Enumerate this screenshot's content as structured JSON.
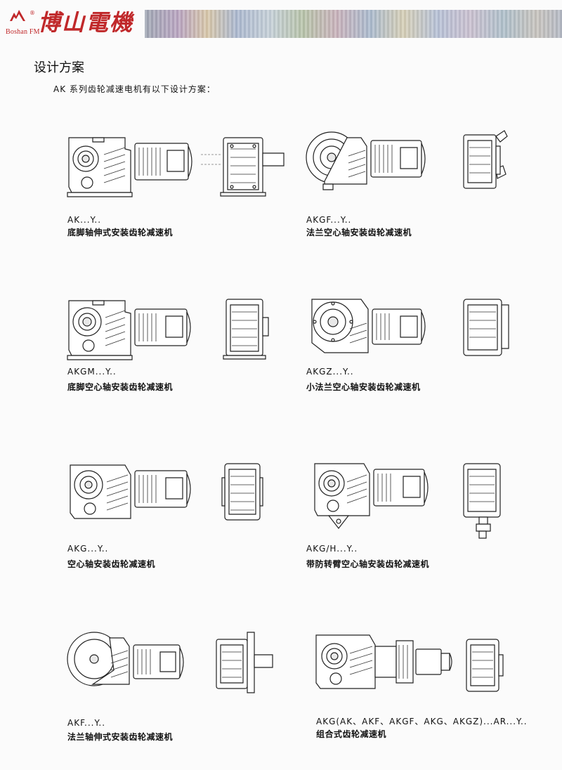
{
  "header": {
    "logo_cn": "博山電機",
    "logo_en": "Boshan FM",
    "reg": "®"
  },
  "section_title": "设计方案",
  "intro": "AK 系列齿轮减速电机有以下设计方案：",
  "designs": [
    {
      "model": "AK...Y..",
      "desc": "底脚轴伸式安装齿轮减速机"
    },
    {
      "model": "AKGF...Y..",
      "desc": "法兰空心轴安装齿轮减速机"
    },
    {
      "model": "AKGM...Y..",
      "desc": "底脚空心轴安装齿轮减速机"
    },
    {
      "model": "AKGZ...Y..",
      "desc": "小法兰空心轴安装齿轮减速机"
    },
    {
      "model": "AKG...Y..",
      "desc": "空心轴安装齿轮减速机"
    },
    {
      "model": "AKG/H...Y..",
      "desc": "带防转臂空心轴安装齿轮减速机"
    },
    {
      "model": "AKF...Y..",
      "desc": "法兰轴伸式安装齿轮减速机"
    },
    {
      "model": "AKG(AK、AKF、AKGF、AKG、AKGZ)...AR...Y..",
      "desc": "组合式齿轮减速机"
    }
  ]
}
